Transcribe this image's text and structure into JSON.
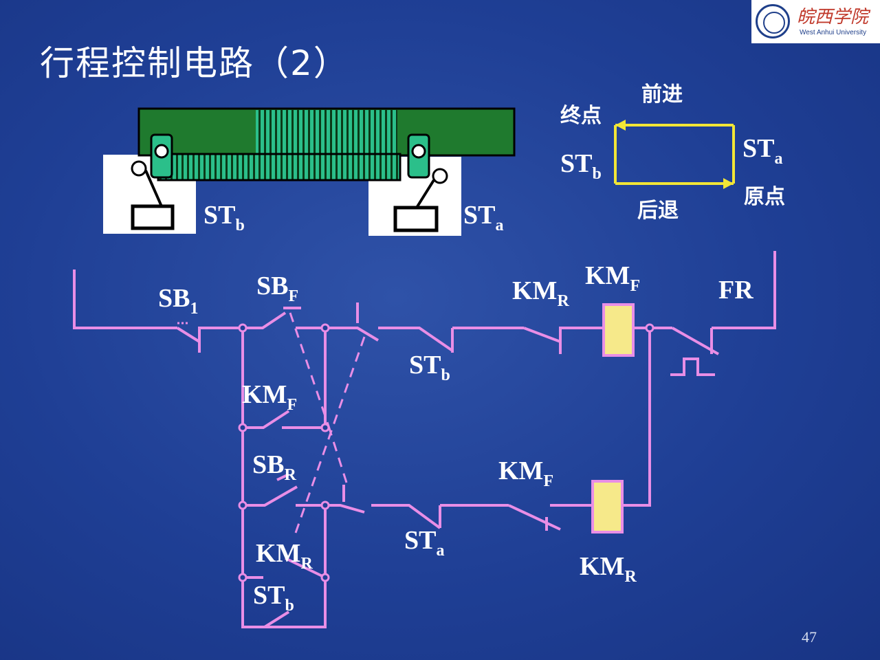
{
  "slide": {
    "title": "行程控制电路（2）",
    "page_number": "47"
  },
  "logo": {
    "name_cn": "皖西学院",
    "name_en": "West Anhui University"
  },
  "machine": {
    "switch_left": {
      "main": "ST",
      "sub": "b"
    },
    "switch_right": {
      "main": "ST",
      "sub": "a"
    }
  },
  "motion": {
    "forward": "前进",
    "end_point": "终点",
    "backward": "后退",
    "origin": "原点",
    "left_switch": {
      "main": "ST",
      "sub": "b"
    },
    "right_switch": {
      "main": "ST",
      "sub": "a"
    }
  },
  "circuit": {
    "sb1": {
      "main": "SB",
      "sub": "1"
    },
    "sbf": {
      "main": "SB",
      "sub": "F"
    },
    "kmf_hold": {
      "main": "KM",
      "sub": "F"
    },
    "sbr": {
      "main": "SB",
      "sub": "R"
    },
    "kmr_hold": {
      "main": "KM",
      "sub": "R"
    },
    "stb_lower": {
      "main": "ST",
      "sub": "b"
    },
    "stb_upper": {
      "main": "ST",
      "sub": "b"
    },
    "sta_lower": {
      "main": "ST",
      "sub": "a"
    },
    "kmr_interlock": {
      "main": "KM",
      "sub": "R"
    },
    "kmf_coil": {
      "main": "KM",
      "sub": "F"
    },
    "fr": "FR",
    "kmf_interlock": {
      "main": "KM",
      "sub": "F"
    },
    "kmr_coil": {
      "main": "KM",
      "sub": "R"
    }
  },
  "colors": {
    "wire": "#e98ee6",
    "coil_fill": "#f6e98a",
    "table_green": "#1f7a2e",
    "roller_green": "#2bbf8a",
    "arrow": "#f2e636"
  }
}
